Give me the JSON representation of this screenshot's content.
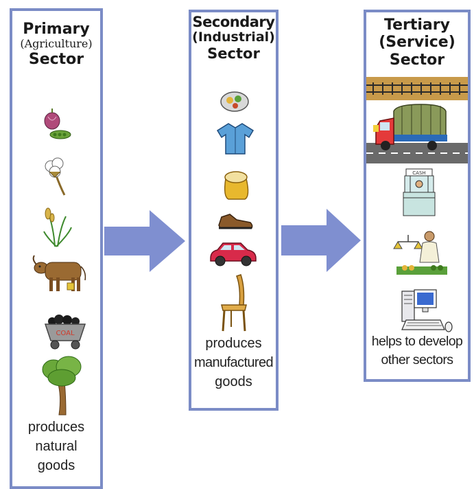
{
  "primary": {
    "title": [
      "Primary",
      "(Agriculture)",
      "Sector"
    ],
    "caption": [
      "produces",
      "natural",
      "goods"
    ],
    "items": [
      "onion-peas-icon",
      "cotton-plant-icon",
      "wheat-plant-icon",
      "buffalo-icon",
      "coal-cart-icon",
      "tree-icon"
    ],
    "coal_label": "COAL"
  },
  "secondary": {
    "title": [
      "Secondary",
      "(Industrial)",
      "Sector"
    ],
    "caption": [
      "produces",
      "manufactured",
      "goods"
    ],
    "items": [
      "food-plate-icon",
      "shirt-icon",
      "flour-sack-icon",
      "shoe-icon",
      "car-icon",
      "chair-icon"
    ]
  },
  "tertiary": {
    "title": [
      "Tertiary",
      "(Service)",
      "Sector"
    ],
    "caption": [
      "helps to develop",
      "other sectors"
    ],
    "items": [
      "railway-truck-icon",
      "cash-counter-icon",
      "trader-scale-icon",
      "computer-icon"
    ],
    "cash_label": "CASH"
  },
  "colors": {
    "border": "#7b8cc6",
    "arrow": "#7f8fd0",
    "text": "#1a1a1a"
  }
}
